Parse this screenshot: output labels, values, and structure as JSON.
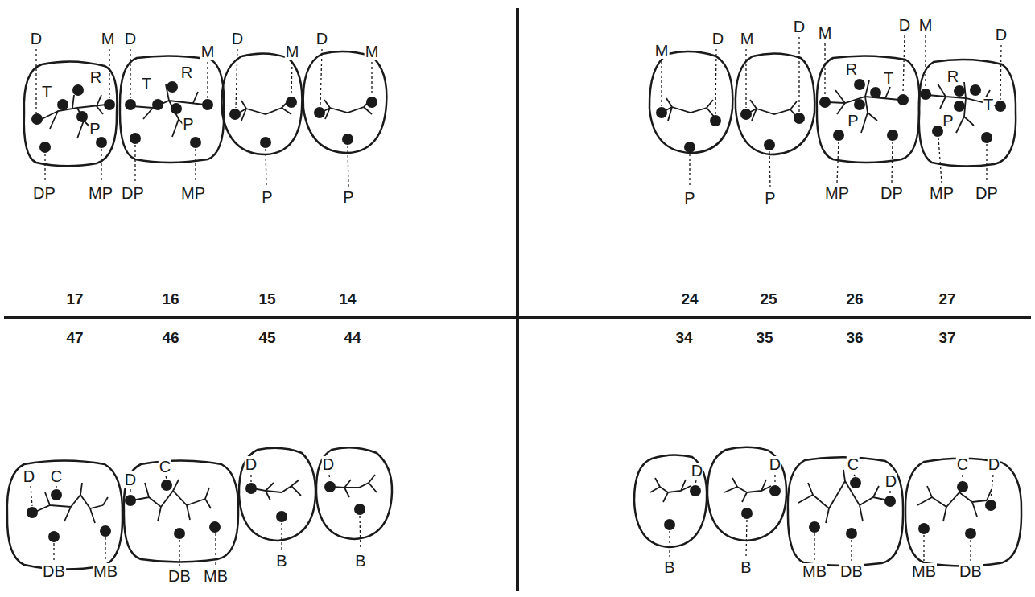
{
  "diagram": {
    "labels": [
      "D",
      "M",
      "D",
      "M",
      "D",
      "M",
      "D",
      "M",
      "M",
      "D",
      "M",
      "D",
      "M",
      "D",
      "M",
      "D",
      "T",
      "R",
      "P",
      "T",
      "R",
      "P",
      "R",
      "T",
      "P",
      "R",
      "T",
      "P",
      "DP",
      "MP",
      "DP",
      "MP",
      "P",
      "P",
      "P",
      "P",
      "MP",
      "DP",
      "MP",
      "DP",
      "17",
      "16",
      "15",
      "14",
      "24",
      "25",
      "26",
      "27",
      "47",
      "46",
      "45",
      "44",
      "34",
      "35",
      "36",
      "37",
      "D",
      "C",
      "D",
      "C",
      "D",
      "D",
      "D",
      "D",
      "C",
      "D",
      "C",
      "D",
      "DB",
      "MB",
      "DB",
      "MB",
      "B",
      "B",
      "B",
      "B",
      "MB",
      "DB",
      "MB",
      "DB"
    ]
  }
}
